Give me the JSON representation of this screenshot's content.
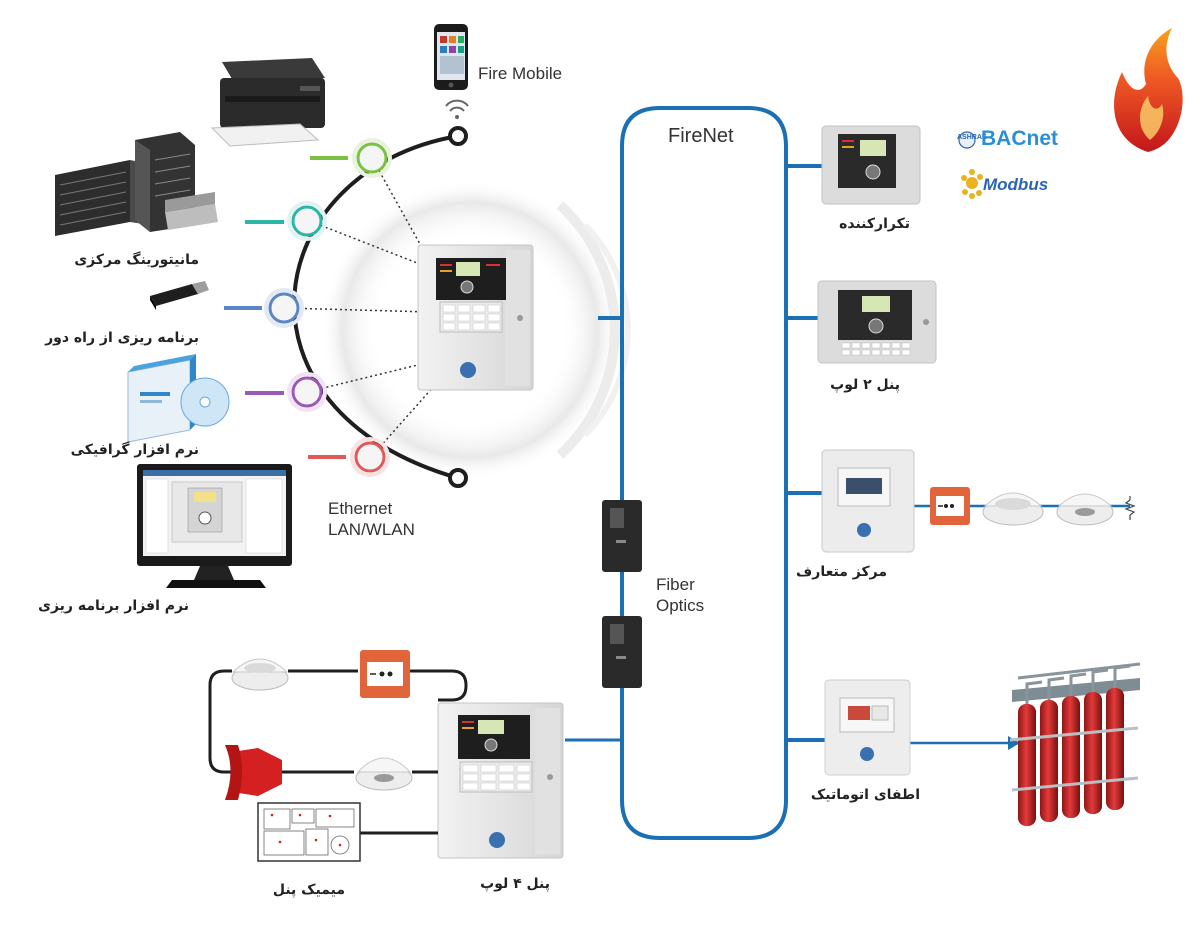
{
  "labels": {
    "fire_mobile": "Fire Mobile",
    "firenet": "FireNet",
    "ethernet_line1": "Ethernet",
    "ethernet_line2": "LAN/WLAN",
    "fiber_line1": "Fiber",
    "fiber_line2": "Optics",
    "central_monitoring": "مانیتورینگ مرکزی",
    "remote_programming": "برنامه ریزی از راه دور",
    "graphics_software": "نرم افزار گرافیکی",
    "programming_software": "نرم افزار برنامه ریزی",
    "repeater": "تکرارکننده",
    "panel_2_loop": "پنل ۲ لوپ",
    "conventional_center": "مرکز متعارف",
    "auto_extinguishing": "اطفای اتوماتیک",
    "mimic_panel": "میمیک پنل",
    "panel_4_loop": "پنل ۴ لوپ"
  },
  "logos": {
    "bacnet_prefix": "ASHRAE",
    "bacnet": "BACnet",
    "modbus": "Modbus"
  },
  "colors": {
    "network_line": "#1a6fb5",
    "node_green": "#7ac143",
    "node_teal": "#2bb5a5",
    "node_blue": "#5b86c5",
    "node_purple": "#9b59b6",
    "node_red": "#e05a5a",
    "panel_body": "#dcdcdc",
    "flame_red": "#d9341f",
    "flame_orange": "#f08a24"
  },
  "icons": [
    "phone-icon",
    "wifi-icon",
    "printer-icon",
    "server-icon",
    "usb-stick-icon",
    "software-box-icon",
    "monitor-icon",
    "main-panel-icon",
    "fiber-converter-icon",
    "repeater-panel-icon",
    "bacnet-logo",
    "modbus-logo",
    "panel-2-loop-icon",
    "conventional-panel-icon",
    "call-point-icon",
    "smoke-detector-icon",
    "heat-detector-icon",
    "resistor-icon",
    "extinguishing-panel-icon",
    "gas-cylinders-icon",
    "panel-4-loop-icon",
    "siren-icon",
    "floor-plan-icon",
    "flame-logo-icon"
  ]
}
